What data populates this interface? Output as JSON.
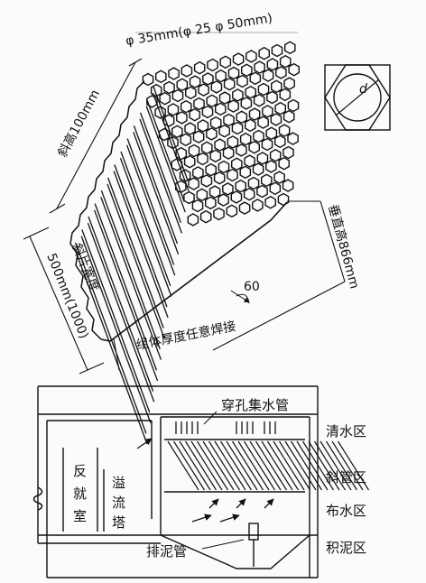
{
  "top_diagram": {
    "hole_size_label": "φ 35mm(φ 25 φ 50mm)",
    "slant_height_label": "斜高100mm",
    "sheet_width_label": "斜片宽度",
    "width_dimension_label": "500mm(1000)",
    "vertical_height_label": "垂直高866mm",
    "angle_label": "60",
    "assembly_note": "组体厚度任意焊接",
    "hexagon_diameter_label": "d"
  },
  "bottom_diagram": {
    "perforated_pipe_label": "穿孔集水管",
    "reaction_chamber_label": "反就室",
    "overflow_tower_label": "溢流塔",
    "sludge_pipe_label": "排泥管",
    "zones": [
      "清水区",
      "斜管区",
      "布水区",
      "积泥区"
    ]
  }
}
